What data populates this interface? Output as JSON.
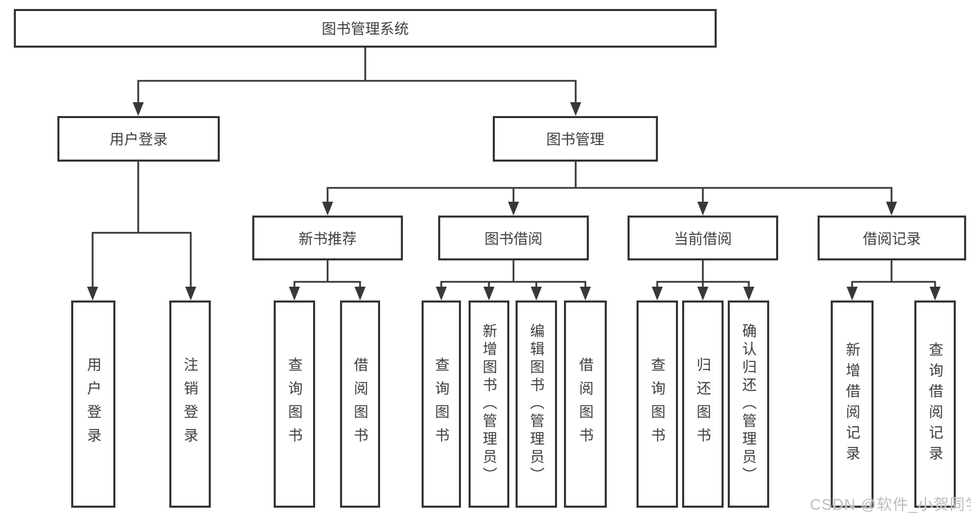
{
  "nodes": {
    "root": "图书管理系统",
    "userLoginModule": "用户登录",
    "bookMgmtModule": "图书管理",
    "newBooks": "新书推荐",
    "bookBorrow": "图书借阅",
    "currentBorrow": "当前借阅",
    "borrowRecords": "借阅记录",
    "leafUserLogin": "用户登录",
    "leafLogout": "注销登录",
    "nbQueryBooks": "查询图书",
    "nbBorrowBooks": "借阅图书",
    "bbQueryBooks": "查询图书",
    "bbAddBooks": "新增图书（管理员）",
    "bbEditBooks": "编辑图书（管理员）",
    "bbBorrowBooks": "借阅图书",
    "cbQueryBooks": "查询图书",
    "cbReturnBooks": "归还图书",
    "cbConfirmReturn": "确认归还（管理员）",
    "brAddRecord": "新增借阅记录",
    "brQueryRecord": "查询借阅记录"
  },
  "watermark": "CSDN @软件_小贺同学",
  "colors": {
    "line": "#383838",
    "box_border": "#363636",
    "text": "#3d3d3d",
    "watermark": "#bcbcbc",
    "background": "#ffffff"
  }
}
